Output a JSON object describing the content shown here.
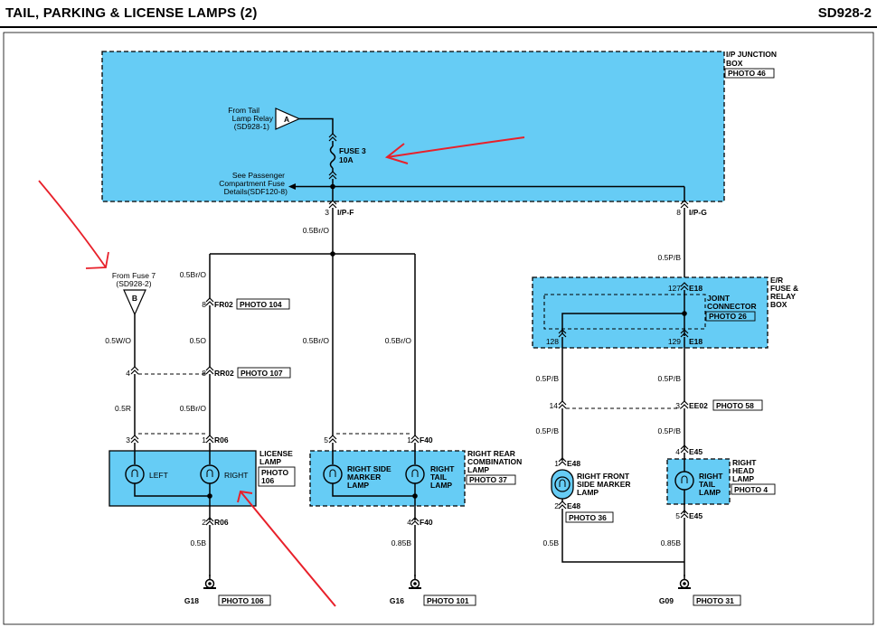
{
  "header": {
    "title": "TAIL, PARKING & LICENSE LAMPS (2)",
    "code": "SD928-2"
  },
  "colors": {
    "module_fill": "#66ccf5",
    "wire": "#000000",
    "annotation_arrow": "#e8202a"
  },
  "ip_box": {
    "name1": "I/P JUNCTION",
    "name2": "BOX",
    "photo": "PHOTO 46"
  },
  "tail_relay": {
    "line1": "From Tail",
    "line2": "Lamp Relay",
    "line3": "(SD928-1)",
    "connector": "A"
  },
  "fuse3": {
    "name": "FUSE 3",
    "rating": "10A"
  },
  "passenger_fuse": {
    "line1": "See Passenger",
    "line2": "Compartment Fuse",
    "line3": "Details(SDF120-8)"
  },
  "ipf": {
    "pin": "3",
    "conn": "I/P-F"
  },
  "ipg": {
    "pin": "8",
    "conn": "I/P-G"
  },
  "fuse7": {
    "line1": "From Fuse 7",
    "line2": "(SD928-2)",
    "connector": "B"
  },
  "wires": {
    "main": "0.5Br/O",
    "lic_feed": "0.5Br/O",
    "left_w": "0.5W/O",
    "left_r": "0.5R",
    "lic_o": "0.5O",
    "lic_bro": "0.5Br/O",
    "side_bro": "0.5Br/O",
    "tail_bro": "0.5Br/O",
    "lic_gnd": "0.5B",
    "rr_gnd": "0.85B",
    "pb_top": "0.5P/B",
    "pb_left1": "0.5P/B",
    "pb_left2": "0.5P/B",
    "pb_right1": "0.5P/B",
    "pb_right2": "0.5P/B",
    "rf_gnd": "0.5B",
    "rh_gnd": "0.85B"
  },
  "connectors": {
    "fr02": {
      "pin": "8",
      "name": "FR02",
      "photo": "PHOTO 104"
    },
    "rr02_left": {
      "pin": "4"
    },
    "rr02": {
      "pin": "8",
      "name": "RR02",
      "photo": "PHOTO 107"
    },
    "r06_left": {
      "pin": "3"
    },
    "r06": {
      "pin": "1",
      "name": "R06"
    },
    "r06_bottom": {
      "pin": "2",
      "name": "R06"
    },
    "f40_left": {
      "pin": "5"
    },
    "f40": {
      "pin": "1",
      "name": "F40"
    },
    "f40_bottom": {
      "pin": "4",
      "name": "F40"
    },
    "e18_top": {
      "pin": "127",
      "name": "E18"
    },
    "e18_left": {
      "pin": "128"
    },
    "e18_right": {
      "pin": "129",
      "name": "E18"
    },
    "ee02_left": {
      "pin": "14"
    },
    "ee02": {
      "pin": "3",
      "name": "EE02",
      "photo": "PHOTO 58"
    },
    "e48_top": {
      "pin": "1",
      "name": "E48"
    },
    "e48_bottom": {
      "pin": "2",
      "name": "E48"
    },
    "e45_top": {
      "pin": "4",
      "name": "E45"
    },
    "e45_bottom": {
      "pin": "5",
      "name": "E45"
    }
  },
  "license_lamp": {
    "left": "LEFT",
    "right": "RIGHT",
    "name1": "LICENSE",
    "name2": "LAMP",
    "photo1": "PHOTO",
    "photo2": "106"
  },
  "rr_combo": {
    "side1": "RIGHT SIDE",
    "side2": "MARKER",
    "side3": "LAMP",
    "tail1": "RIGHT",
    "tail2": "TAIL",
    "tail3": "LAMP",
    "name1": "RIGHT REAR",
    "name2": "COMBINATION",
    "name3": "LAMP",
    "photo": "PHOTO 37"
  },
  "er_box": {
    "name1": "E/R",
    "name2": "FUSE &",
    "name3": "RELAY",
    "name4": "BOX"
  },
  "joint": {
    "name1": "JOINT",
    "name2": "CONNECTOR",
    "photo": "PHOTO 26"
  },
  "rf_marker": {
    "line1": "RIGHT FRONT",
    "line2": "SIDE MARKER",
    "line3": "LAMP",
    "photo": "PHOTO 36"
  },
  "rh_lamp": {
    "name1": "RIGHT",
    "name2": "HEAD",
    "name3": "LAMP",
    "photo": "PHOTO 4",
    "inner1": "RIGHT",
    "inner2": "TAIL",
    "inner3": "LAMP"
  },
  "grounds": {
    "g18": {
      "name": "G18",
      "photo": "PHOTO 106"
    },
    "g16": {
      "name": "G16",
      "photo": "PHOTO 101"
    },
    "g09": {
      "name": "G09",
      "photo": "PHOTO 31"
    }
  }
}
